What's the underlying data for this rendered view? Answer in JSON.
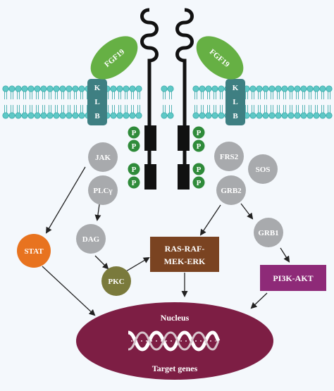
{
  "colors": {
    "background": "#f4f8fc",
    "membrane": "#5ec8c6",
    "membrane_line": "#2fa3a3",
    "fgf19": "#66b044",
    "klb": "#3e7f82",
    "receptor": "#111111",
    "phospho": "#2f8b3a",
    "grey_node": "#a8aaad",
    "stat": "#e8731f",
    "pkc": "#7a7a3c",
    "ras": "#7a4321",
    "pi3k": "#8e2a78",
    "nucleus": "#7d1e44",
    "arrow": "#222222"
  },
  "ligands": {
    "left_label": "FGF19",
    "right_label": "FGF19"
  },
  "coreceptor": {
    "label_letters": [
      "K",
      "L",
      "B"
    ]
  },
  "phosphate": {
    "label": "P"
  },
  "nodes": {
    "jak": "JAK",
    "plc": "PLCγ",
    "dag": "DAG",
    "pkc": "PKC",
    "stat": "STAT",
    "frs2": "FRS2",
    "sos": "SOS",
    "grb2": "GRB2",
    "grb1": "GRB1",
    "ras_line1": "RAS-RAF-",
    "ras_line2": "MEK-ERK",
    "pi3k": "PI3K-AKT"
  },
  "nucleus": {
    "title": "Nucleus",
    "subtitle": "Target genes"
  }
}
